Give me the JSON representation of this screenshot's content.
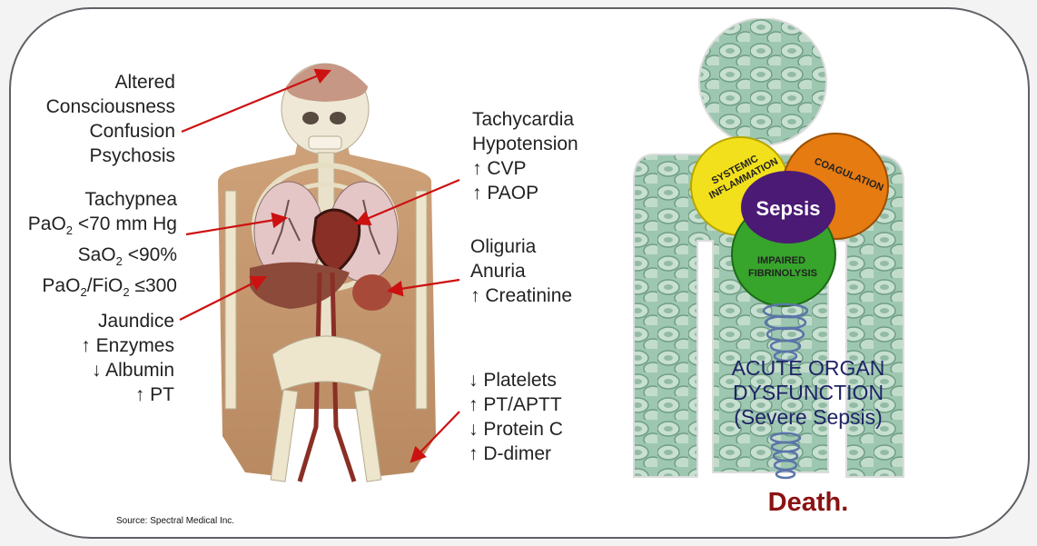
{
  "brain_labels": [
    "Altered",
    "Consciousness",
    "Confusion",
    "Psychosis"
  ],
  "lung_labels": {
    "line1": "Tachypnea",
    "line2": "PaO2 <70 mm Hg",
    "line3": "SaO2 <90%",
    "line4": "PaO2/FiO2 ≤300"
  },
  "liver_labels": [
    "Jaundice",
    "↑ Enzymes",
    "↓ Albumin",
    "↑ PT"
  ],
  "heart_labels": [
    "Tachycardia",
    "Hypotension",
    "↑  CVP",
    "↑  PAOP"
  ],
  "kidney_labels": [
    "Oliguria",
    "Anuria",
    "↑ Creatinine"
  ],
  "blood_labels": [
    "↓ Platelets",
    "↑ PT/APTT",
    "↓ Protein C",
    "↑ D-dimer"
  ],
  "venn": {
    "inflammation": "SYSTEMIC INFLAMMATION",
    "coagulation": "COAGULATION",
    "fibrinolysis": "IMPAIRED FIBRINOLYSIS",
    "center": "Sepsis"
  },
  "organ_dysfunction": [
    "ACUTE ORGAN",
    "DYSFUNCTION",
    "(Severe Sepsis)"
  ],
  "death": "Death.",
  "source": "Source: Spectral Medical Inc.",
  "colors": {
    "arrow": "#cc1111",
    "inflammation": "#f2e01c",
    "coagulation": "#e67b12",
    "fibrinolysis": "#37a42c",
    "sepsis_center": "#4a1a74",
    "silhouette": "#8fbfa5",
    "dysfunction_text": "#1f2366",
    "death_text": "#8b1212"
  }
}
